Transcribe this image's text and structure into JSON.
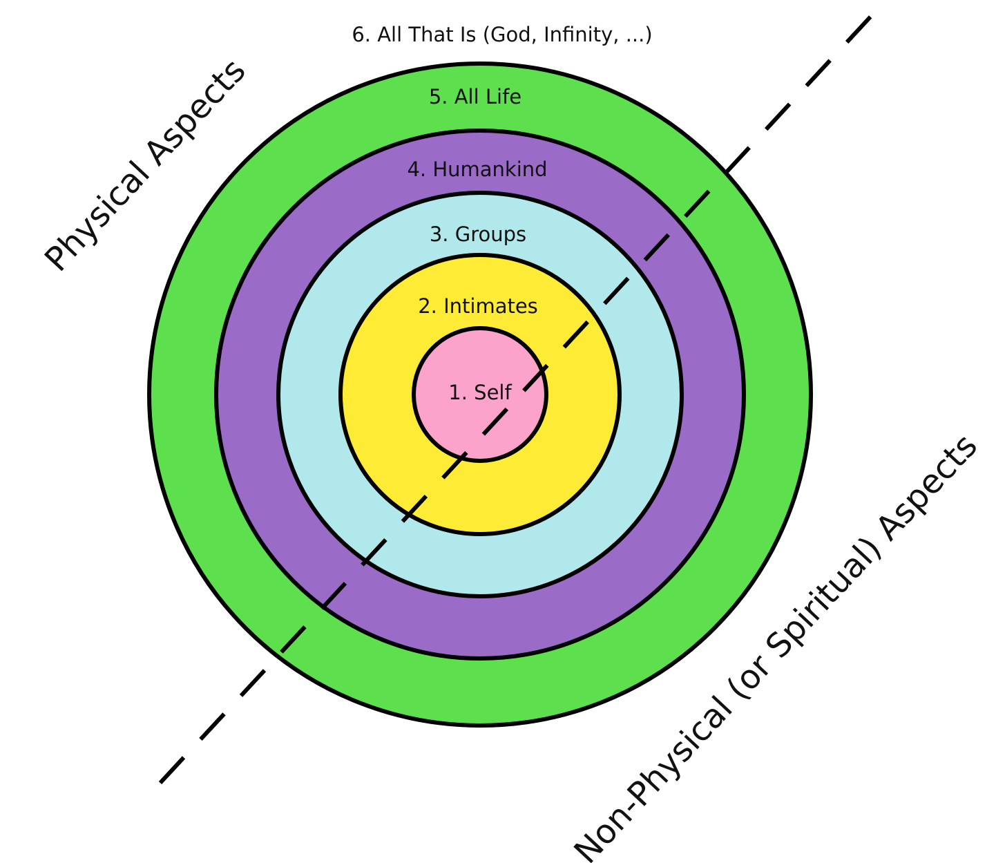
{
  "diagram": {
    "outer_label": "6. All That Is (God, Infinity, ...)",
    "rings": [
      {
        "id": "all-life",
        "label": "5. All Life",
        "color": "#5ee04e"
      },
      {
        "id": "humankind",
        "label": "4. Humankind",
        "color": "#9b6bc8"
      },
      {
        "id": "groups",
        "label": "3. Groups",
        "color": "#b0e8ec"
      },
      {
        "id": "intimates",
        "label": "2. Intimates",
        "color": "#fdeb35"
      },
      {
        "id": "self",
        "label": "1. Self",
        "color": "#fca3cc"
      }
    ],
    "side_labels": {
      "upper_left": "Physical Aspects",
      "lower_right": "Non-Physical (or Spiritual) Aspects"
    },
    "stroke_color": "#000000"
  }
}
